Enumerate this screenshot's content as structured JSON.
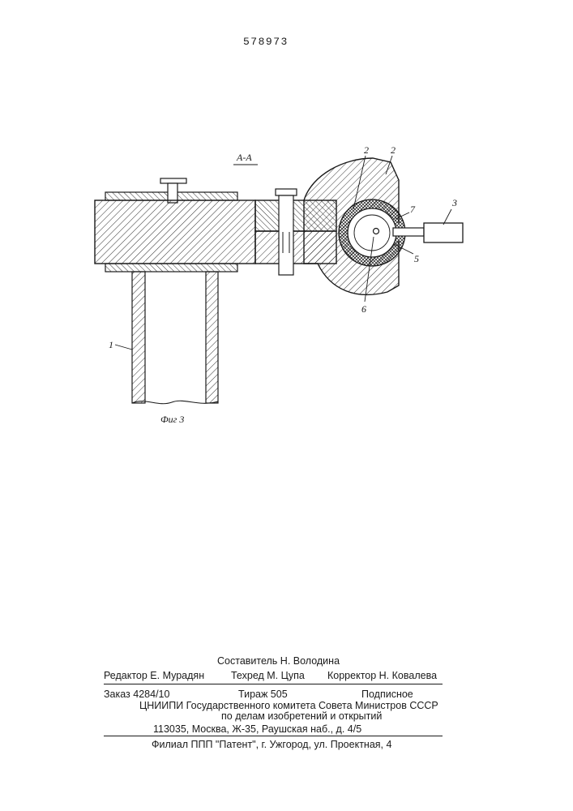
{
  "patent_number": "578973",
  "drawing": {
    "section_label": "А-А",
    "figure_caption": "Фиг 3",
    "callouts": [
      "1",
      "2",
      "2",
      "3",
      "5",
      "6",
      "7"
    ]
  },
  "imprint": {
    "compiler": "Составитель Н. Володина",
    "editor": "Редактор Е. Мурадян",
    "tech_editor": "Техред М. Цупа",
    "corrector": "Корректор Н. Ковалева",
    "order": "Заказ 4284/10",
    "circulation": "Тираж 505",
    "subscription": "Подписное",
    "institute": "ЦНИИПИ Государственного комитета Совета Министров СССР",
    "affairs": "по делам изобретений и открытий",
    "address": "113035, Москва, Ж-35, Раушская наб., д. 4/5",
    "branch": "Филиал ППП \"Патент\", г. Ужгород, ул. Проектная, 4"
  }
}
